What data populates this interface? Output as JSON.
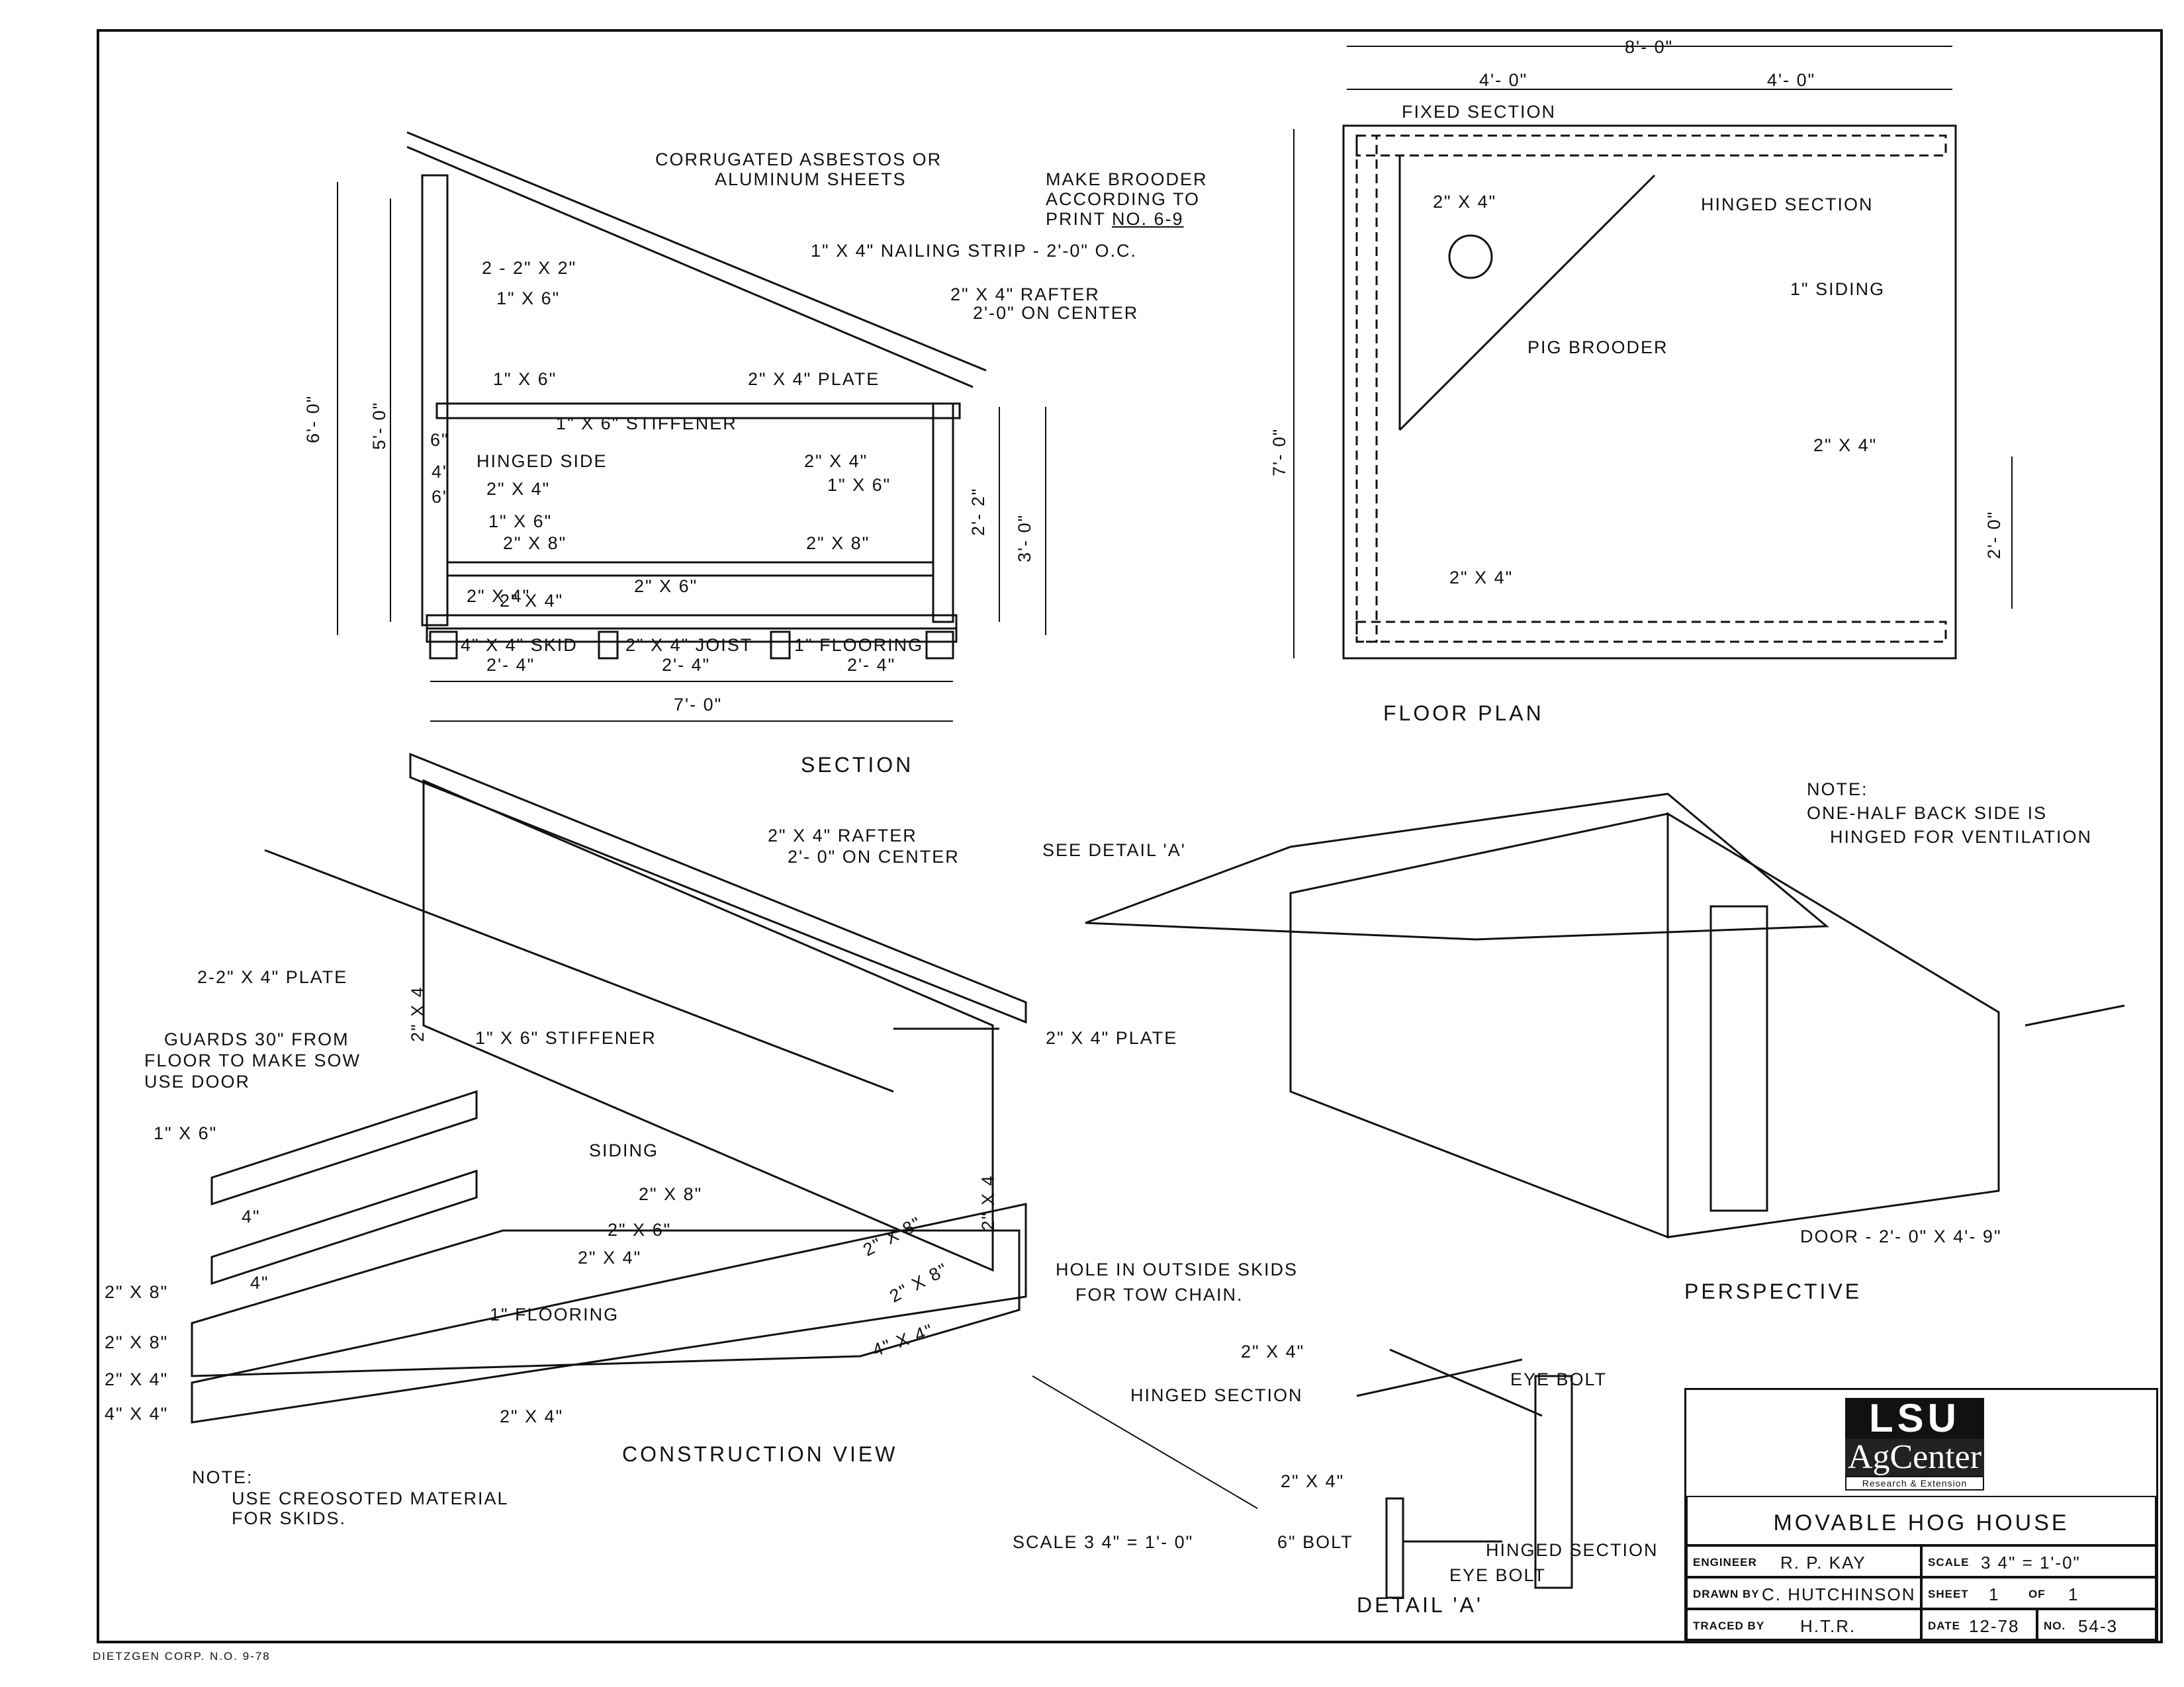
{
  "title_block": {
    "title": "MOVABLE HOG HOUSE",
    "logo_line1": "LSU",
    "logo_line2": "AgCenter",
    "logo_line3": "Research & Extension",
    "engineer_key": "ENGINEER",
    "engineer": "R. P. KAY",
    "scale_key": "SCALE",
    "scale": "3 4\" = 1'-0\"",
    "drawn_key": "DRAWN BY",
    "drawn": "C. HUTCHINSON",
    "sheet_key": "SHEET",
    "sheet": "1",
    "of_key": "OF",
    "of": "1",
    "traced_key": "TRACED BY",
    "traced": "H.T.R.",
    "date_key": "DATE",
    "date": "12-78",
    "no_key": "NO.",
    "no": "54-3"
  },
  "footer": "DIETZGEN CORP. N.O.  9-78",
  "views": {
    "section": "SECTION",
    "floor_plan": "FLOOR  PLAN",
    "construction": "CONSTRUCTION  VIEW",
    "perspective": "PERSPECTIVE",
    "detail": "DETAIL 'A'"
  },
  "section_labels": {
    "roof": "CORRUGATED  ASBESTOS  OR",
    "roof2": "ALUMINUM  SHEETS",
    "nailing": "1\" X 4\"  NAILING  STRIP - 2'-0\"  O.C.",
    "rafter": "2\" X 4\"  RAFTER",
    "rafter2": "2'-0\"  ON  CENTER",
    "two22": "2 - 2\" X 2\"",
    "one6a": "1\" X 6\"",
    "one6b": "1\" X 6\"",
    "plate": "2\" X 4\"  PLATE",
    "stiffener": "1\" X 6\"  STIFFENER",
    "hinged_side": "HINGED    SIDE",
    "h24a": "2\" X 4\"",
    "h16a": "1\" X 6\"",
    "h28a": "2\" X 8\"",
    "r24": "2\" X 4\"",
    "r16": "1\" X 6\"",
    "r28": "2\" X 8\"",
    "b24": "2\" X 4\"",
    "b26": "2\" X 6\"",
    "b24b": "2\" X 4\"",
    "skid": "4\" X 4\"  SKID",
    "joist": "2\" X 4\"  JOIST",
    "flooring": "1\" FLOORING",
    "d1": "2'- 4\"",
    "d2": "2'- 4\"",
    "d3": "2'- 4\"",
    "d_total": "7'- 0\"",
    "h6": "6'- 0\"",
    "h5": "5'- 0\"",
    "h3": "3'- 0\"",
    "h22": "2'- 2\"",
    "s6": "6\"",
    "s4": "4\"",
    "s6b": "6\""
  },
  "plan_labels": {
    "w8": "8'- 0\"",
    "w4a": "4'- 0\"",
    "w4b": "4'- 0\"",
    "fixed": "FIXED  SECTION",
    "p24": "2\" X 4\"",
    "brooder1": "MAKE BROODER",
    "brooder2": "ACCORDING  TO",
    "brooder3": "PRINT",
    "brooder4": "NO. 6-9",
    "hinged": "HINGED   SECTION",
    "siding": "1\"  SIDING",
    "pig": "PIG   BROODER",
    "h7": "7'- 0\"",
    "p24b": "2\" X 4\"",
    "h2": "2'- 0\"",
    "p24c": "2\" X 4\""
  },
  "construction_labels": {
    "rafter": "2\" X 4\"  RAFTER",
    "rafter2": "2'- 0\"  ON  CENTER",
    "plate_l": "2-2\" X 4\"  PLATE",
    "guards1": "GUARDS 30\"  FROM",
    "guards2": "FLOOR  TO  MAKE  SOW",
    "guards3": "USE  DOOR",
    "stiffener": "1\" X 6\"  STIFFENER",
    "plate_r": "2\" X 4\"  PLATE",
    "v24a": "2\" X 4",
    "v24b": "2\" X 4",
    "one6": "1\" X 6\"",
    "siding": "SIDING",
    "c28": "2\" X 8\"",
    "c26": "2\" X 6\"",
    "c24": "2\" X 4\"",
    "c28b": "2\" X 8\"",
    "c28c": "2\" X 8\"",
    "c4": "4\"",
    "c4b": "4\"",
    "hole1": "HOLE  IN  OUTSIDE  SKIDS",
    "hole2": "FOR  TOW  CHAIN.",
    "floor": "1\"  FLOORING",
    "c44": "4\" X 4\"",
    "l28a": "2\" X 8\"",
    "l28b": "2\" X 8\"",
    "l24": "2\" X 4\"",
    "l44": "4\" X 4\"",
    "bot24": "2\" X 4\"",
    "note": "NOTE:",
    "note1": "USE  CREOSOTED  MATERIAL",
    "note2": "FOR  SKIDS."
  },
  "perspective_labels": {
    "see": "SEE  DETAIL  'A'",
    "note": "NOTE:",
    "note1": "ONE-HALF  BACK  SIDE  IS",
    "note2": "HINGED  FOR  VENTILATION",
    "door": "DOOR - 2'- 0\"  X  4'- 9\""
  },
  "detail_labels": {
    "d24": "2\" X 4\"",
    "hinged": "HINGED   SECTION",
    "eye": "EYE  BOLT",
    "d24b": "2\" X 4\"",
    "bolt": "6\"  BOLT",
    "hinged2": "HINGED  SECTION",
    "eye2": "EYE  BOLT",
    "scale": "SCALE  3 4\" = 1'- 0\""
  }
}
